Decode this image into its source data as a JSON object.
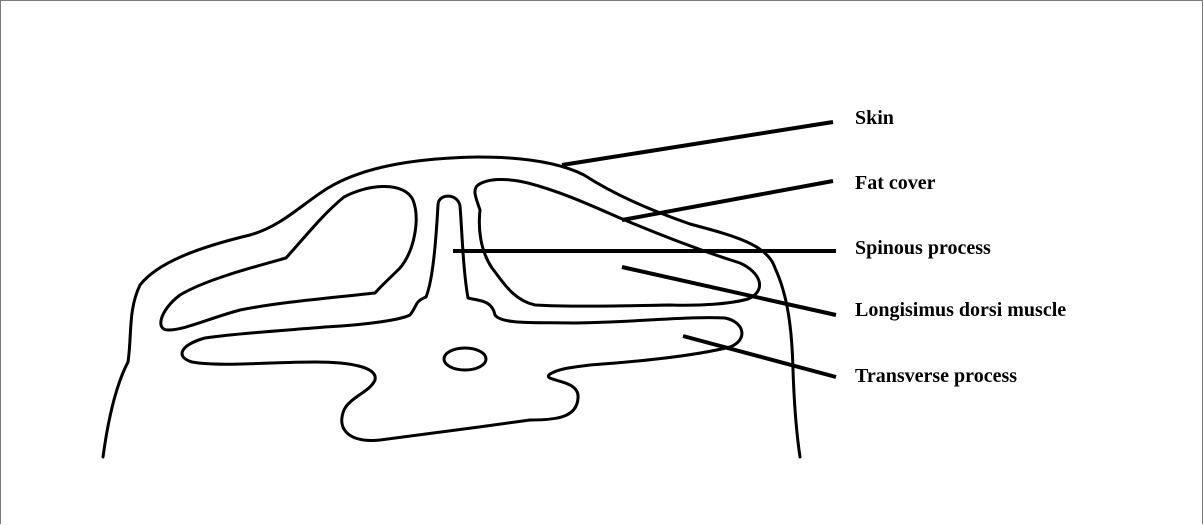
{
  "diagram": {
    "labels": {
      "skin": "Skin",
      "fat_cover": "Fat cover",
      "spinous_process": "Spinous process",
      "longissimus": "Longisimus dorsi muscle",
      "transverse_process": "Transverse process"
    },
    "colors": {
      "stroke": "#000000",
      "background": "#ffffff"
    }
  }
}
